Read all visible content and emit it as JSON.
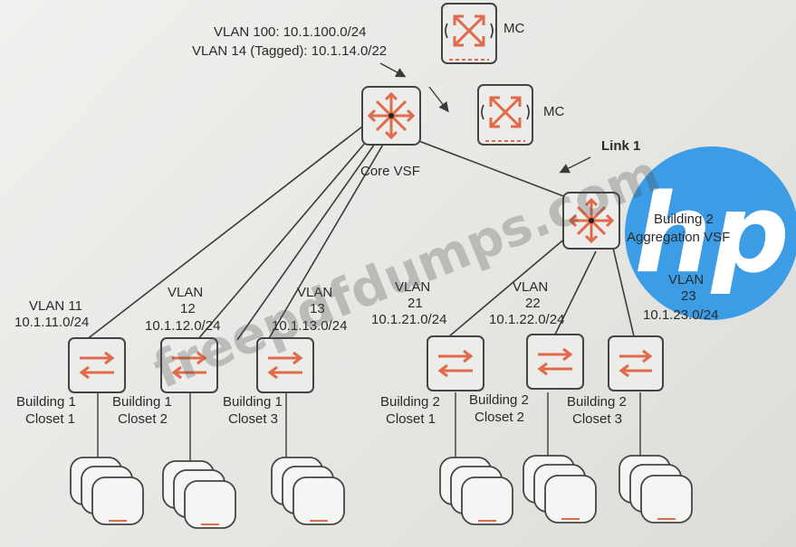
{
  "colors": {
    "device_accent": "#e06a4a",
    "logo_blue": "#1e90e6",
    "line": "#3a3a3a"
  },
  "labels": {
    "vlan_core_1": "VLAN  100: 10.1.100.0/24",
    "vlan_core_2": "VLAN 14 (Tagged): 10.1.14.0/22",
    "mc_top": "MC",
    "mc_right": "MC",
    "core": "Core VSF",
    "link1": "Link 1",
    "agg_line1": "Building 2",
    "agg_line2": "Aggregation VSF"
  },
  "vlans": [
    {
      "line1": "VLAN 11",
      "line2": "",
      "line3": "10.1.11.0/24"
    },
    {
      "line1": "VLAN",
      "line2": "12",
      "line3": "10.1.12.0/24"
    },
    {
      "line1": "VLAN",
      "line2": "13",
      "line3": "10.1.13.0/24"
    },
    {
      "line1": "VLAN",
      "line2": "21",
      "line3": "10.1.21.0/24"
    },
    {
      "line1": "VLAN",
      "line2": "22",
      "line3": "10.1.22.0/24"
    },
    {
      "line1": "VLAN",
      "line2": "23",
      "line3": "10.1.23.0/24"
    }
  ],
  "closets": [
    {
      "line1": "Building 1",
      "line2": "Closet 1"
    },
    {
      "line1": "Building 1",
      "line2": "Closet 2"
    },
    {
      "line1": "Building 1",
      "line2": "Closet 3"
    },
    {
      "line1": "Building 2",
      "line2": "Closet 1"
    },
    {
      "line1": "Building 2",
      "line2": "Closet 2"
    },
    {
      "line1": "Building 2",
      "line2": "Closet 3"
    }
  ],
  "logo": {
    "text": "hp",
    "icon": "hp-logo-icon"
  },
  "watermark": "freepdfdumps.com"
}
